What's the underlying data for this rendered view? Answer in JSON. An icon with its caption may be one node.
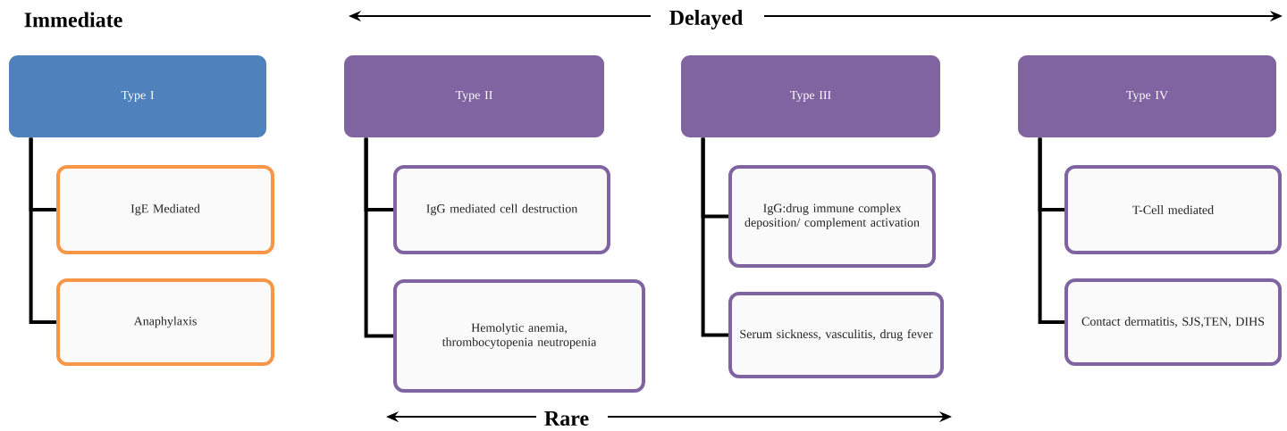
{
  "diagram": {
    "nodes": [
      {
        "text": [
          "Type I"
        ]
      },
      {
        "text": [
          "IgE Mediated"
        ]
      },
      {
        "text": [
          "Anaphylaxis"
        ]
      },
      {
        "text": [
          "Type II"
        ]
      },
      {
        "text": [
          "IgG mediated cell destruction"
        ]
      },
      {
        "text": [
          "Hemolytic anemia, thrombocytopenia neutropenia"
        ]
      },
      {
        "text": [
          "Type III"
        ]
      },
      {
        "text": [
          "IgG:drug immune complex deposition/ complement activation"
        ]
      },
      {
        "text": [
          "Serum sickness, vasculitis, drug fever"
        ]
      },
      {
        "text": [
          "Type IV"
        ]
      },
      {
        "text": [
          "T-Cell mediated"
        ]
      },
      {
        "text": [
          "Contact dermatitis, SJS,TEN, DIHS"
        ]
      }
    ],
    "edges": [
      {
        "from": 0,
        "to": 1,
        "arrow": "none"
      },
      {
        "from": 0,
        "to": 2,
        "arrow": "none"
      },
      {
        "from": 3,
        "to": 4,
        "arrow": "none"
      },
      {
        "from": 3,
        "to": 5,
        "arrow": "none"
      },
      {
        "from": 6,
        "to": 7,
        "arrow": "none"
      },
      {
        "from": 6,
        "to": 8,
        "arrow": "none"
      },
      {
        "from": 9,
        "to": 10,
        "arrow": "none"
      },
      {
        "from": 9,
        "to": 11,
        "arrow": "none"
      }
    ],
    "labels": [
      "Immediate",
      "Delayed",
      "Rare"
    ]
  }
}
